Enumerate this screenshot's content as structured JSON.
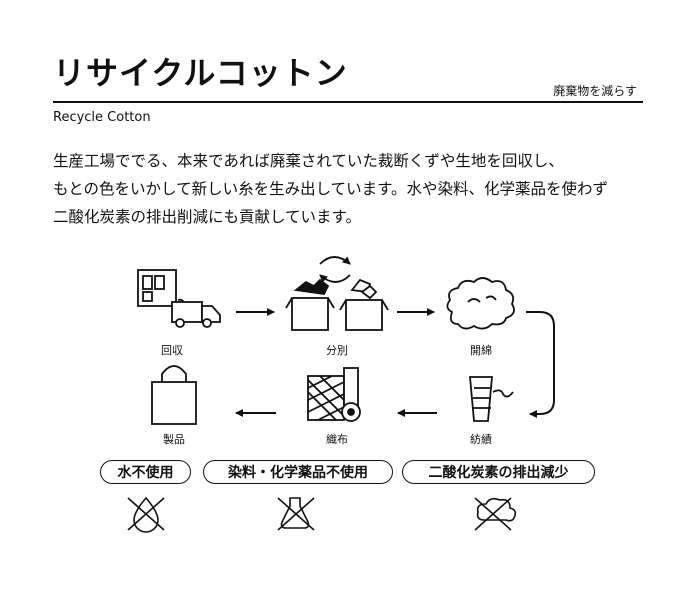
{
  "header": {
    "title": "リサイクルコットン",
    "tagline": "廃棄物を減らす",
    "subtitle": "Recycle Cotton"
  },
  "description": [
    "生産工場ででる、本来であれば廃棄されていた裁断くずや生地を回収し、",
    "もとの色をいかして新しい糸を生み出しています。水や染料、化学薬品を使わず",
    "二酸化炭素の排出削減にも貢献しています。"
  ],
  "steps": [
    {
      "label": "回収",
      "icon": "collection-truck-icon"
    },
    {
      "label": "分別",
      "icon": "sorting-boxes-icon"
    },
    {
      "label": "開綿",
      "icon": "opening-cotton-icon"
    },
    {
      "label": "紡績",
      "icon": "spinning-thread-icon"
    },
    {
      "label": "織布",
      "icon": "weaving-fabric-icon"
    },
    {
      "label": "製品",
      "icon": "product-bag-icon"
    }
  ],
  "benefits": [
    {
      "label": "水不使用",
      "icon": "no-water-icon"
    },
    {
      "label": "染料・化学薬品不使用",
      "icon": "no-chemicals-icon"
    },
    {
      "label": "二酸化炭素の排出減少",
      "icon": "reduced-co2-icon"
    }
  ]
}
